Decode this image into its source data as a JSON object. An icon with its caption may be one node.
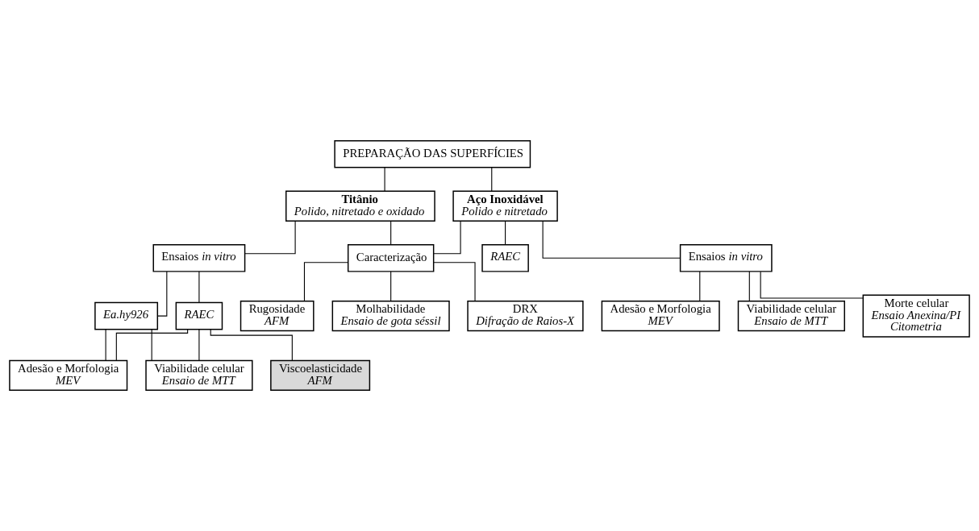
{
  "diagram": {
    "nodes": [
      {
        "text": [
          "PREPARAÇÃO DAS SUPERFÍCIES"
        ]
      },
      {
        "text": [
          "Titânio",
          "Polido, nitretado e oxidado"
        ]
      },
      {
        "text": [
          "Aço Inoxidável",
          "Polido e nitretado"
        ]
      },
      {
        "text": [
          "Ensaios *in vitro*"
        ]
      },
      {
        "text": [
          "RAEC"
        ]
      },
      {
        "text": [
          "Ea.hy926"
        ]
      },
      {
        "text": [
          "Viabilidade celular",
          "Ensaio de MTT"
        ]
      },
      {
        "text": [
          "Adesão e Morfologia",
          "MEV"
        ]
      },
      {
        "text": [
          "Viscoelasticidade",
          "AFM"
        ]
      },
      {
        "text": [
          "Caracterização"
        ]
      },
      {
        "text": [
          "Rugosidade",
          "AFM"
        ]
      },
      {
        "text": [
          "Molhabilidade",
          "Ensaio de gota séssil"
        ]
      },
      {
        "text": [
          "DRX",
          "Difração de Raios-X"
        ]
      },
      {
        "text": [
          "RAEC"
        ]
      },
      {
        "text": [
          "Ensaios *in vitro*"
        ]
      },
      {
        "text": [
          "Adesão e Morfologia",
          "MEV"
        ]
      },
      {
        "text": [
          "Viabilidade celular",
          "Ensaio de MTT"
        ]
      },
      {
        "text": [
          "Morte celular",
          "Ensaio Anexina/PI",
          "Citometria"
        ]
      }
    ],
    "edges": [
      {
        "from": 0,
        "to": 1,
        "arrow": "none"
      },
      {
        "from": 0,
        "to": 2,
        "arrow": "none"
      },
      {
        "from": 1,
        "to": 3,
        "arrow": "none"
      },
      {
        "from": 3,
        "to": 4,
        "arrow": "none"
      },
      {
        "from": 3,
        "to": 5,
        "arrow": "none"
      },
      {
        "from": 4,
        "to": 6,
        "arrow": "none"
      },
      {
        "from": 4,
        "to": 7,
        "arrow": "none"
      },
      {
        "from": 4,
        "to": 8,
        "arrow": "none"
      },
      {
        "from": 5,
        "to": 6,
        "arrow": "none"
      },
      {
        "from": 5,
        "to": 7,
        "arrow": "none"
      },
      {
        "from": 1,
        "to": 9,
        "arrow": "none"
      },
      {
        "from": 2,
        "to": 9,
        "arrow": "none"
      },
      {
        "from": 9,
        "to": 10,
        "arrow": "none"
      },
      {
        "from": 9,
        "to": 11,
        "arrow": "none"
      },
      {
        "from": 9,
        "to": 12,
        "arrow": "none"
      },
      {
        "from": 2,
        "to": 13,
        "arrow": "none"
      },
      {
        "from": 2,
        "to": 14,
        "arrow": "none"
      },
      {
        "from": 14,
        "to": 15,
        "arrow": "none"
      },
      {
        "from": 14,
        "to": 16,
        "arrow": "none"
      },
      {
        "from": 14,
        "to": 17,
        "arrow": "none"
      }
    ]
  }
}
